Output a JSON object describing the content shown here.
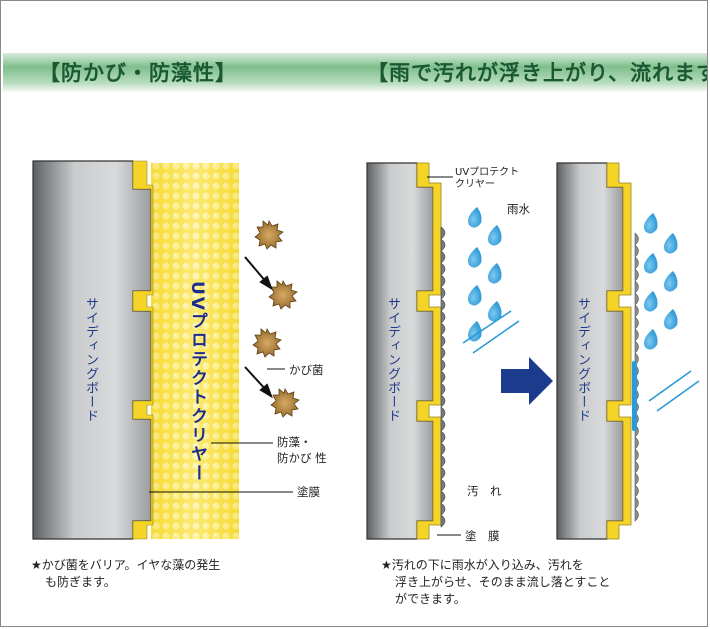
{
  "headings": {
    "left": "【防かび・防藻性】",
    "right": "【雨で汚れが浮き上がり、流れます】"
  },
  "left_panel": {
    "board_label": "サイディングボード",
    "coating_label": "UVプロテクトクリヤー",
    "mold_label": "かび菌",
    "protection_label_1": "防藻・",
    "protection_label_2": "防かび 性",
    "film_label": "塗膜"
  },
  "right_panel": {
    "coating_label_1": "UVプロテクト",
    "coating_label_2": "クリヤー",
    "rain_label": "雨水",
    "board_label_a": "サイディングボード",
    "board_label_b": "サイディングボード",
    "dirt_label": "汚　れ",
    "film_label": "塗　膜"
  },
  "captions": {
    "left": [
      "★かび菌をバリア。イヤな藻の発生",
      "も防ぎます。"
    ],
    "right": [
      "★汚れの下に雨水が入り込み、汚れを",
      "浮き上がらせ、そのまま流し落とすこと",
      "ができます。"
    ]
  },
  "colors": {
    "heading": "#1a5a32",
    "board_gray": "#8c8f92",
    "coating_yellow": "#f7e24a",
    "rain_blue": "#2a9ad8",
    "arrow_navy": "#1b3c8c",
    "mold_brown": "#a77d3c"
  },
  "icons": [
    "mold-spore-icon",
    "raindrop-icon",
    "right-arrow-icon"
  ]
}
